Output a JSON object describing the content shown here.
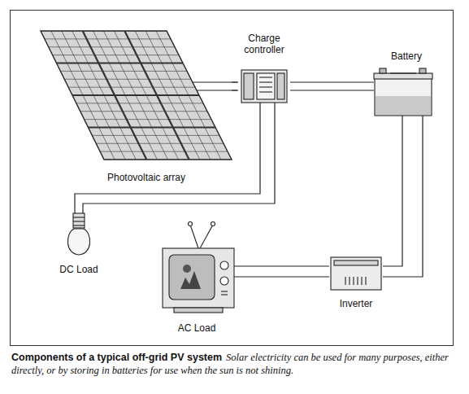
{
  "diagram": {
    "title": "Components of a typical off-grid PV system",
    "caption": "Solar electricity can be used for many purposes, either directly, or by storing in batteries for use when the sun is not shining.",
    "nodes": [
      {
        "text": [
          "Photovoltaic array"
        ]
      },
      {
        "text": [
          "Charge controller"
        ]
      },
      {
        "text": [
          "Battery"
        ]
      },
      {
        "text": [
          "DC Load"
        ]
      },
      {
        "text": [
          "AC Load"
        ]
      },
      {
        "text": [
          "Inverter"
        ]
      }
    ],
    "edges": [
      {
        "from": 0,
        "to": 1,
        "arrow": "none"
      },
      {
        "from": 1,
        "to": 2,
        "arrow": "none"
      },
      {
        "from": 1,
        "to": 3,
        "arrow": "none"
      },
      {
        "from": 2,
        "to": 5,
        "arrow": "none"
      },
      {
        "from": 5,
        "to": 4,
        "arrow": "none"
      }
    ]
  }
}
